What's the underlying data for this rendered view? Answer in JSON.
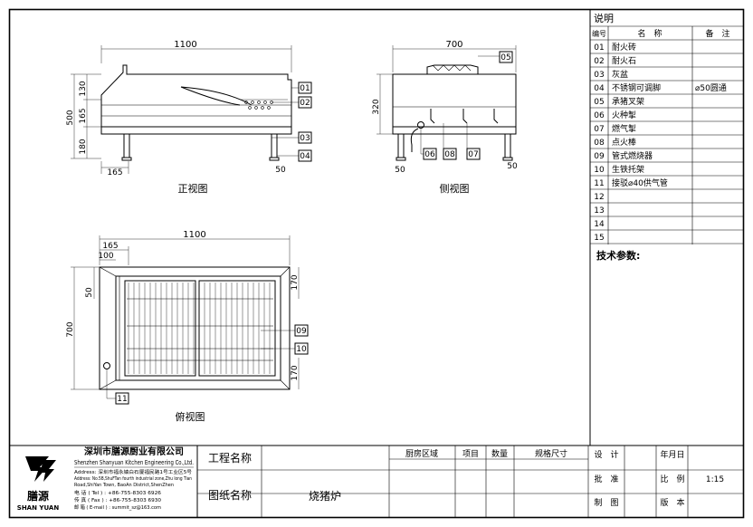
{
  "views": {
    "front": {
      "title": "正视图",
      "dims": {
        "width": "1100",
        "height": "500",
        "top": "130",
        "mid": "165",
        "bottom": "180",
        "left_offset": "165",
        "foot": "50"
      },
      "callouts": [
        "01",
        "02",
        "03",
        "04"
      ]
    },
    "side": {
      "title": "侧视图",
      "dims": {
        "width": "700",
        "height": "320",
        "foot_left": "50",
        "foot_right": "50"
      },
      "callouts": [
        "05",
        "06",
        "08",
        "07"
      ]
    },
    "top": {
      "title": "俯视图",
      "dims": {
        "width": "1100",
        "left1": "165",
        "left2": "100",
        "inner": "50",
        "depth": "700",
        "top_margin": "170",
        "bottom_margin": "170"
      },
      "callouts": [
        "09",
        "10",
        "11"
      ]
    }
  },
  "legend": {
    "title": "说明",
    "headers": {
      "no": "编号",
      "name": "名　称",
      "note": "备　注"
    },
    "rows": [
      {
        "no": "01",
        "name": "耐火砖",
        "note": ""
      },
      {
        "no": "02",
        "name": "耐火石",
        "note": ""
      },
      {
        "no": "03",
        "name": "灰盆",
        "note": ""
      },
      {
        "no": "04",
        "name": "不锈钢可调脚",
        "note": "⌀50圆通"
      },
      {
        "no": "05",
        "name": "承猪叉架",
        "note": ""
      },
      {
        "no": "06",
        "name": "火种掣",
        "note": ""
      },
      {
        "no": "07",
        "name": "燃气掣",
        "note": ""
      },
      {
        "no": "08",
        "name": "点火棒",
        "note": ""
      },
      {
        "no": "09",
        "name": "管式燃烧器",
        "note": ""
      },
      {
        "no": "10",
        "name": "生铁托架",
        "note": ""
      },
      {
        "no": "11",
        "name": "接驳⌀40供气管",
        "note": ""
      },
      {
        "no": "12",
        "name": "",
        "note": ""
      },
      {
        "no": "13",
        "name": "",
        "note": ""
      },
      {
        "no": "14",
        "name": "",
        "note": ""
      },
      {
        "no": "15",
        "name": "",
        "note": ""
      }
    ],
    "tech_title": "技术参数:"
  },
  "titleblock": {
    "company_cn": "深圳市膳源厨业有限公司",
    "company_en": "Shenzhen Shanyuan Kitchen Engineering Co.,Ltd.",
    "address_line1": "Address: 深圳市福永镇白石厦福民路1号工业区5号",
    "address_line2": "Address: No.5B,ShuFTan fourth industrial zone,Zhu long Tian",
    "address_line3": "Road,ShiYan Town, BaoAn District,ShenZhen",
    "tel": "电 话 ( Tel ) : +86-755-8303 6926",
    "fax": "传 真 ( Fax ) : +86-755-8303 6930",
    "email": "邮 箱 ( E-mail ) : summit_sz@163.com",
    "logo_cn": "膳源",
    "logo_en": "SHAN YUAN",
    "project_label": "工程名称",
    "drawing_label": "图纸名称",
    "drawing_name": "烧猪炉",
    "area_label": "厨房区域",
    "item_label": "项目",
    "qty_label": "数量",
    "size_label": "规格尺寸",
    "design_label": "设　计",
    "approve_label": "批　准",
    "draft_label": "制　图",
    "date_label": "年月日",
    "scale_label": "比　例",
    "scale_value": "1:15",
    "version_label": "版　本"
  }
}
